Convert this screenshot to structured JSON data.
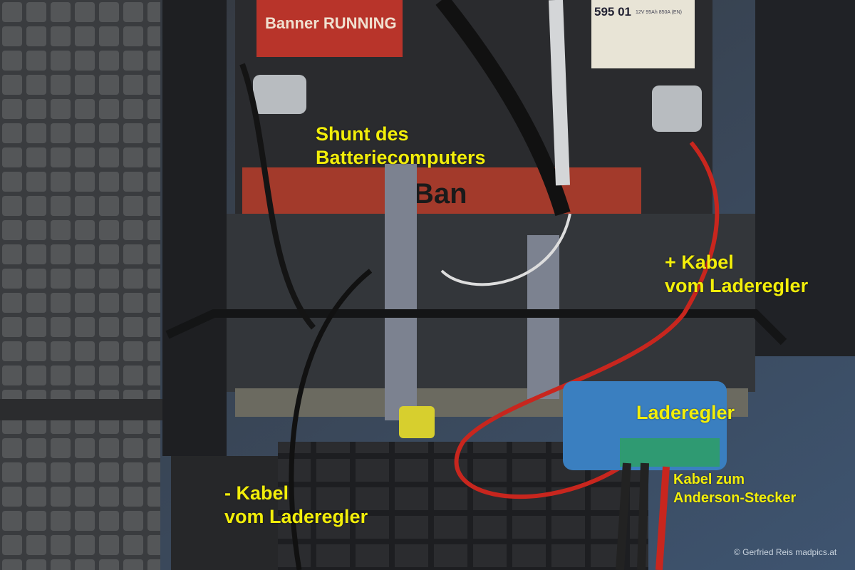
{
  "photo": {
    "battery_label_brand": "Banner RUNNING",
    "battery_label_code": "595 01",
    "battery_label_specs": "12V 95Ah 850A (EN)",
    "colors": {
      "annotation": "#f2ee0a",
      "controller_blue": "#3a7fc0",
      "cable_red": "#c8261e",
      "battery_red": "#b8342a"
    }
  },
  "annotations": {
    "shunt": [
      "Shunt des",
      "Batteriecomputers"
    ],
    "plus_cable": [
      "+ Kabel",
      "vom Laderegler"
    ],
    "controller": "Laderegler",
    "anderson": [
      "Kabel zum",
      "Anderson-Stecker"
    ],
    "minus_cable": [
      "- Kabel",
      "vom Laderegler"
    ]
  },
  "copyright": "© Gerfried Reis madpics.at"
}
